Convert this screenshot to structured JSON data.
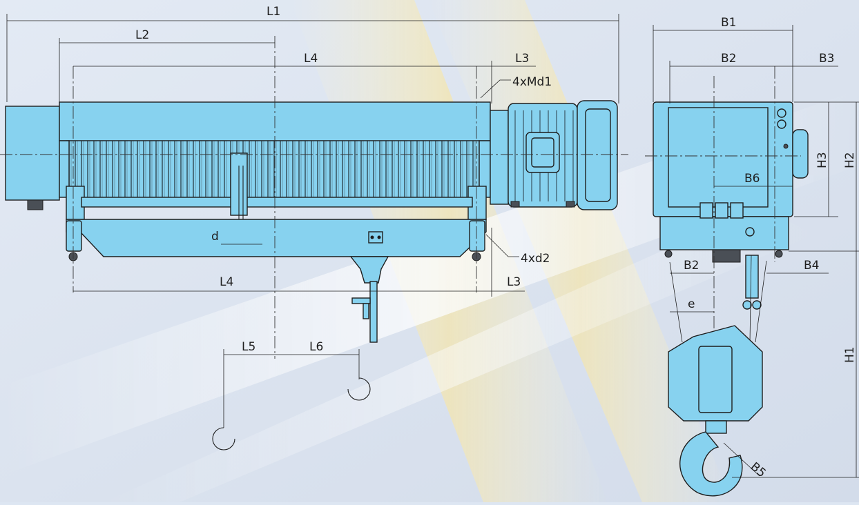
{
  "colors": {
    "body": "#87d2ef",
    "outline": "#1e1e1e",
    "background": "#dde6f2",
    "glow": "#f4e3a8"
  },
  "icons": [
    "hook-icon"
  ],
  "labels": {
    "L1": "L1",
    "L2": "L2",
    "L4_top": "L4",
    "L3_top": "L3",
    "Md1": "4xMd1",
    "d": "d",
    "d2": "4xd2",
    "L4_bottom": "L4",
    "L3_bottom": "L3",
    "L5": "L5",
    "L6": "L6",
    "B1": "B1",
    "B2_top": "B2",
    "B3": "B3",
    "H3": "H3",
    "H2": "H2",
    "B6": "B6",
    "B2_bottom": "B2",
    "B4": "B4",
    "e": "e",
    "H1": "H1",
    "B5": "B5"
  }
}
